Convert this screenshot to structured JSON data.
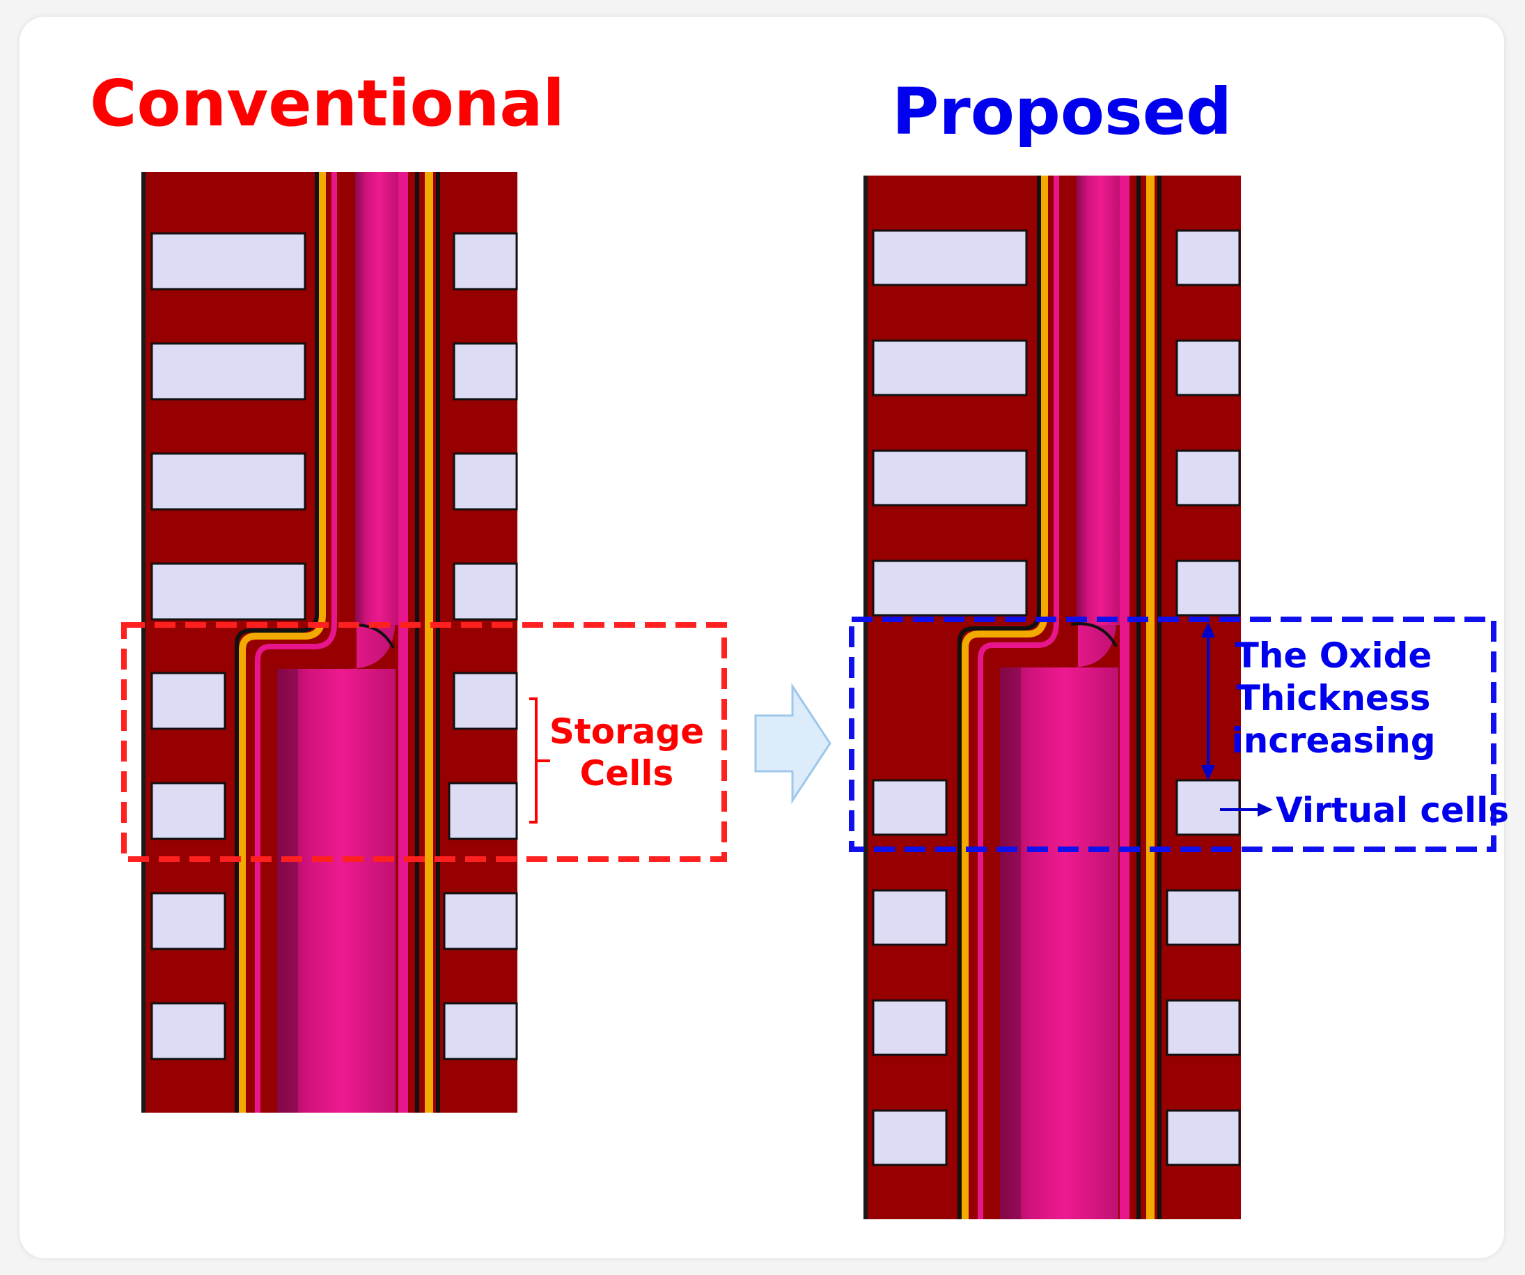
{
  "left_panel": {
    "title": "Conventional"
  },
  "right_panel": {
    "title": "Proposed"
  },
  "annotations": {
    "storage_line1": "Storage",
    "storage_line2": "Cells",
    "oxide_line1": "The Oxide",
    "oxide_line2": "Thickness",
    "oxide_line3": "increasing",
    "virtual": "Virtual cells"
  },
  "colors": {
    "substrate": "#960000",
    "cell": "#dcdcf5",
    "channel": "#e8168c",
    "liner": "#f2a900",
    "conventional": "#ff0000",
    "proposed": "#0000ee",
    "arrow": "#dcecfa"
  }
}
